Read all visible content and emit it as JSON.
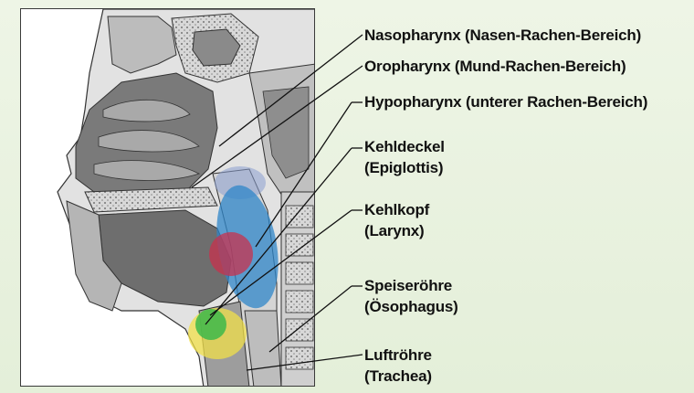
{
  "labels": [
    {
      "id": "nasopharynx",
      "line1": "Nasopharynx (Nasen-Rachen-Bereich)",
      "line2": ""
    },
    {
      "id": "oropharynx",
      "line1": "Oropharynx (Mund-Rachen-Bereich)",
      "line2": ""
    },
    {
      "id": "hypopharynx",
      "line1": "Hypopharynx (unterer Rachen-Bereich)",
      "line2": ""
    },
    {
      "id": "kehldeckel",
      "line1": "Kehldeckel",
      "line2": "(Epiglottis)"
    },
    {
      "id": "kehlkopf",
      "line1": "Kehlkopf",
      "line2": "(Larynx)"
    },
    {
      "id": "speiseroehre",
      "line1": "Speiseröhre",
      "line2": "(Ösophagus)"
    },
    {
      "id": "luftroehre",
      "line1": "Luftröhre",
      "line2": "(Trachea)"
    }
  ],
  "colors": {
    "nasopharynx_region": "#8b9fd0",
    "oropharynx_region": "#2f86c8",
    "hypopharynx_region": "#c8324d",
    "kehlkopf_region": "#3db84a",
    "epiglottis_region": "#f2e04a",
    "tissue_dark": "#6b6b6b",
    "tissue_mid": "#9a9a9a",
    "tissue_light": "#c9c9c9"
  }
}
